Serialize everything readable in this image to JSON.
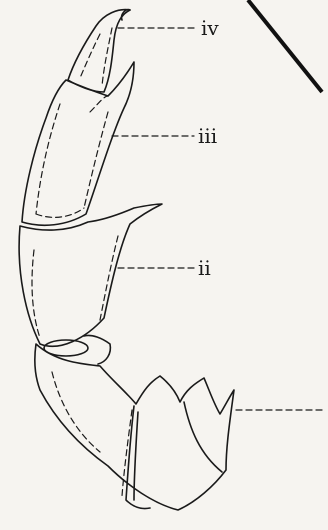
{
  "labels": {
    "iv": "iv",
    "iii": "iii",
    "ii": "ii"
  },
  "colors": {
    "ink": "#1a1a1a",
    "paper": "#f6f4f0"
  }
}
